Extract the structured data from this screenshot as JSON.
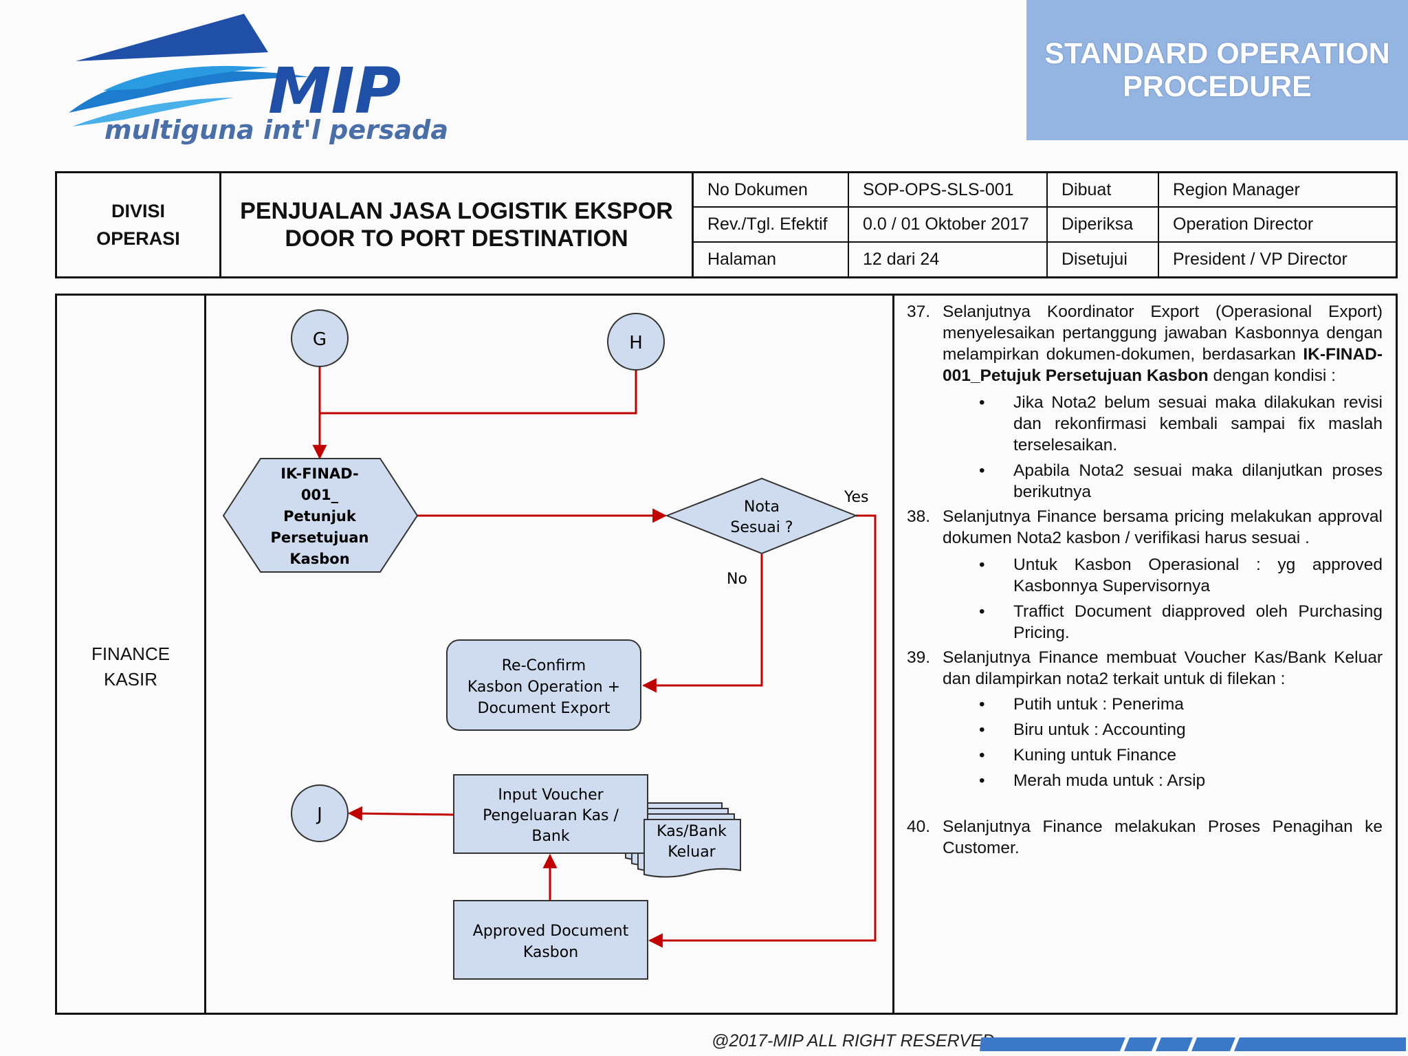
{
  "logo": {
    "brand": "MIP",
    "tagline": "multiguna int'l persada"
  },
  "banner": {
    "line1": "STANDARD OPERATION",
    "line2": "PROCEDURE"
  },
  "header": {
    "divisi_line1": "DIVISI",
    "divisi_line2": "OPERASI",
    "title_line1": "PENJUALAN JASA LOGISTIK EKSPOR",
    "title_line2": "DOOR TO PORT DESTINATION",
    "rows": [
      {
        "label": "No Dokumen",
        "value": "SOP-OPS-SLS-001",
        "role": "Dibuat",
        "person": "Region Manager"
      },
      {
        "label": "Rev./Tgl. Efektif",
        "value": "0.0 / 01 Oktober 2017",
        "role": "Diperiksa",
        "person": "Operation Director"
      },
      {
        "label": "Halaman",
        "value": "12  dari 24",
        "role": "Disetujui",
        "person": "President / VP Director"
      }
    ]
  },
  "role": {
    "line1": "FINANCE",
    "line2": "KASIR"
  },
  "flow": {
    "connector_g": "G",
    "connector_h": "H",
    "connector_j": "J",
    "hexagon": [
      "IK-FINAD-",
      "001_",
      "Petunjuk",
      "Persetujuan",
      "Kasbon"
    ],
    "decision": [
      "Nota",
      "Sesuai ?"
    ],
    "yes_label": "Yes",
    "no_label": "No",
    "reconfirm": [
      "Re-Confirm",
      "Kasbon Operation +",
      "Document Export"
    ],
    "input_voucher": [
      "Input Voucher",
      "Pengeluaran Kas /",
      "Bank"
    ],
    "kas_bank": [
      "Kas/Bank",
      "Keluar"
    ],
    "approved": [
      "Approved Document",
      "Kasbon"
    ],
    "line_color": "#c00000",
    "node_fill": "#cfdcef"
  },
  "steps": {
    "s37": {
      "num": "37.",
      "text_before": "Selanjutnya Koordinator Export (Operasional Export) menyelesaikan pertanggung jawaban Kasbonnya dengan melampirkan dokumen-dokumen, berdasarkan ",
      "bold": "IK-FINAD-001_Petujuk Persetujuan Kasbon",
      "text_after": " dengan kondisi :",
      "bullets": [
        "Jika Nota2 belum sesuai maka dilakukan revisi dan rekonfirmasi kembali sampai fix maslah terselesaikan.",
        "Apabila Nota2 sesuai maka dilanjutkan proses berikutnya"
      ]
    },
    "s38": {
      "num": "38.",
      "text": "Selanjutnya Finance bersama pricing melakukan approval dokumen Nota2 kasbon / verifikasi harus sesuai .",
      "bullets": [
        "Untuk Kasbon Operasional : yg approved Kasbonnya Supervisornya",
        "Traffict Document diapproved oleh Purchasing Pricing."
      ]
    },
    "s39": {
      "num": "39.",
      "text": "Selanjutnya Finance membuat Voucher Kas/Bank Keluar dan dilampirkan nota2 terkait untuk di filekan :",
      "bullets": [
        "Putih untuk : Penerima",
        "Biru untuk : Accounting",
        "Kuning untuk Finance",
        "Merah muda untuk : Arsip"
      ]
    },
    "s40": {
      "num": "40.",
      "text": "Selanjutnya Finance melakukan Proses Penagihan ke Customer."
    }
  },
  "footer": {
    "copyright": "@2017-MIP ALL RIGHT RESERVED"
  }
}
